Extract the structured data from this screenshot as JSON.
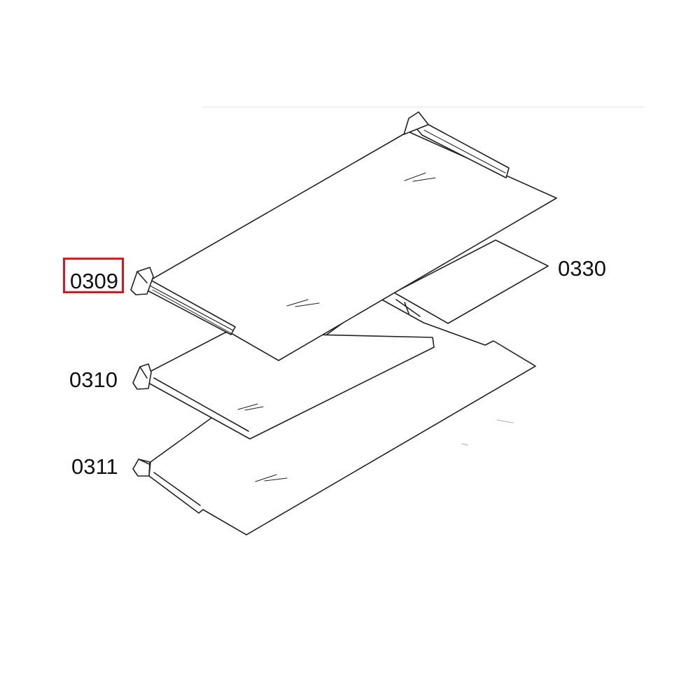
{
  "diagram": {
    "callouts": [
      {
        "id": "0309",
        "label": "0309",
        "highlighted": true
      },
      {
        "id": "0330",
        "label": "0330",
        "highlighted": false
      },
      {
        "id": "0310",
        "label": "0310",
        "highlighted": false
      },
      {
        "id": "0311",
        "label": "0311",
        "highlighted": false
      }
    ],
    "highlight_color": "#e0121a",
    "line_color": "#222222"
  }
}
